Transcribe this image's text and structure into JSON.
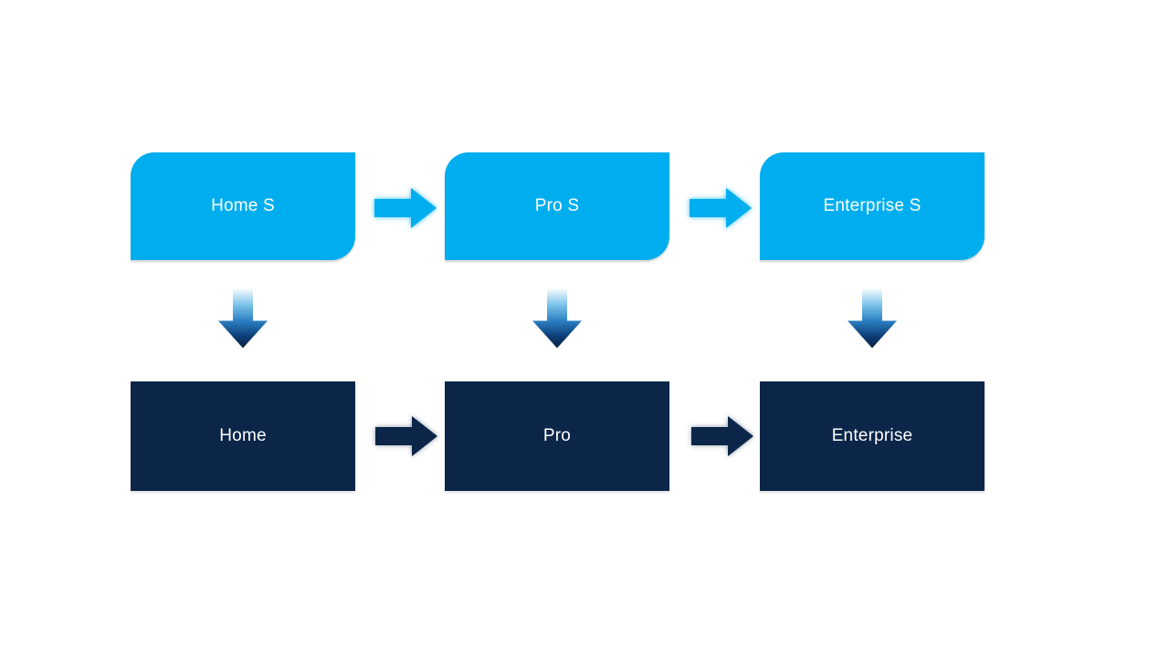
{
  "diagram": {
    "title": "edition-upgrade-flow",
    "background": "#ffffff",
    "colors": {
      "light_blue": "#00AEEF",
      "dark_navy": "#0C2649",
      "down_arrow_gradient": [
        "#ffffff",
        "#7cc4ea",
        "#2a7fc2",
        "#0e3e77",
        "#0a2142"
      ],
      "box_text": "#ffffff"
    },
    "columns": [
      {
        "id": "home",
        "top_label": "Home S",
        "bottom_label": "Home"
      },
      {
        "id": "pro",
        "top_label": "Pro S",
        "bottom_label": "Pro"
      },
      {
        "id": "enterprise",
        "top_label": "Enterprise S",
        "bottom_label": "Enterprise"
      }
    ]
  }
}
